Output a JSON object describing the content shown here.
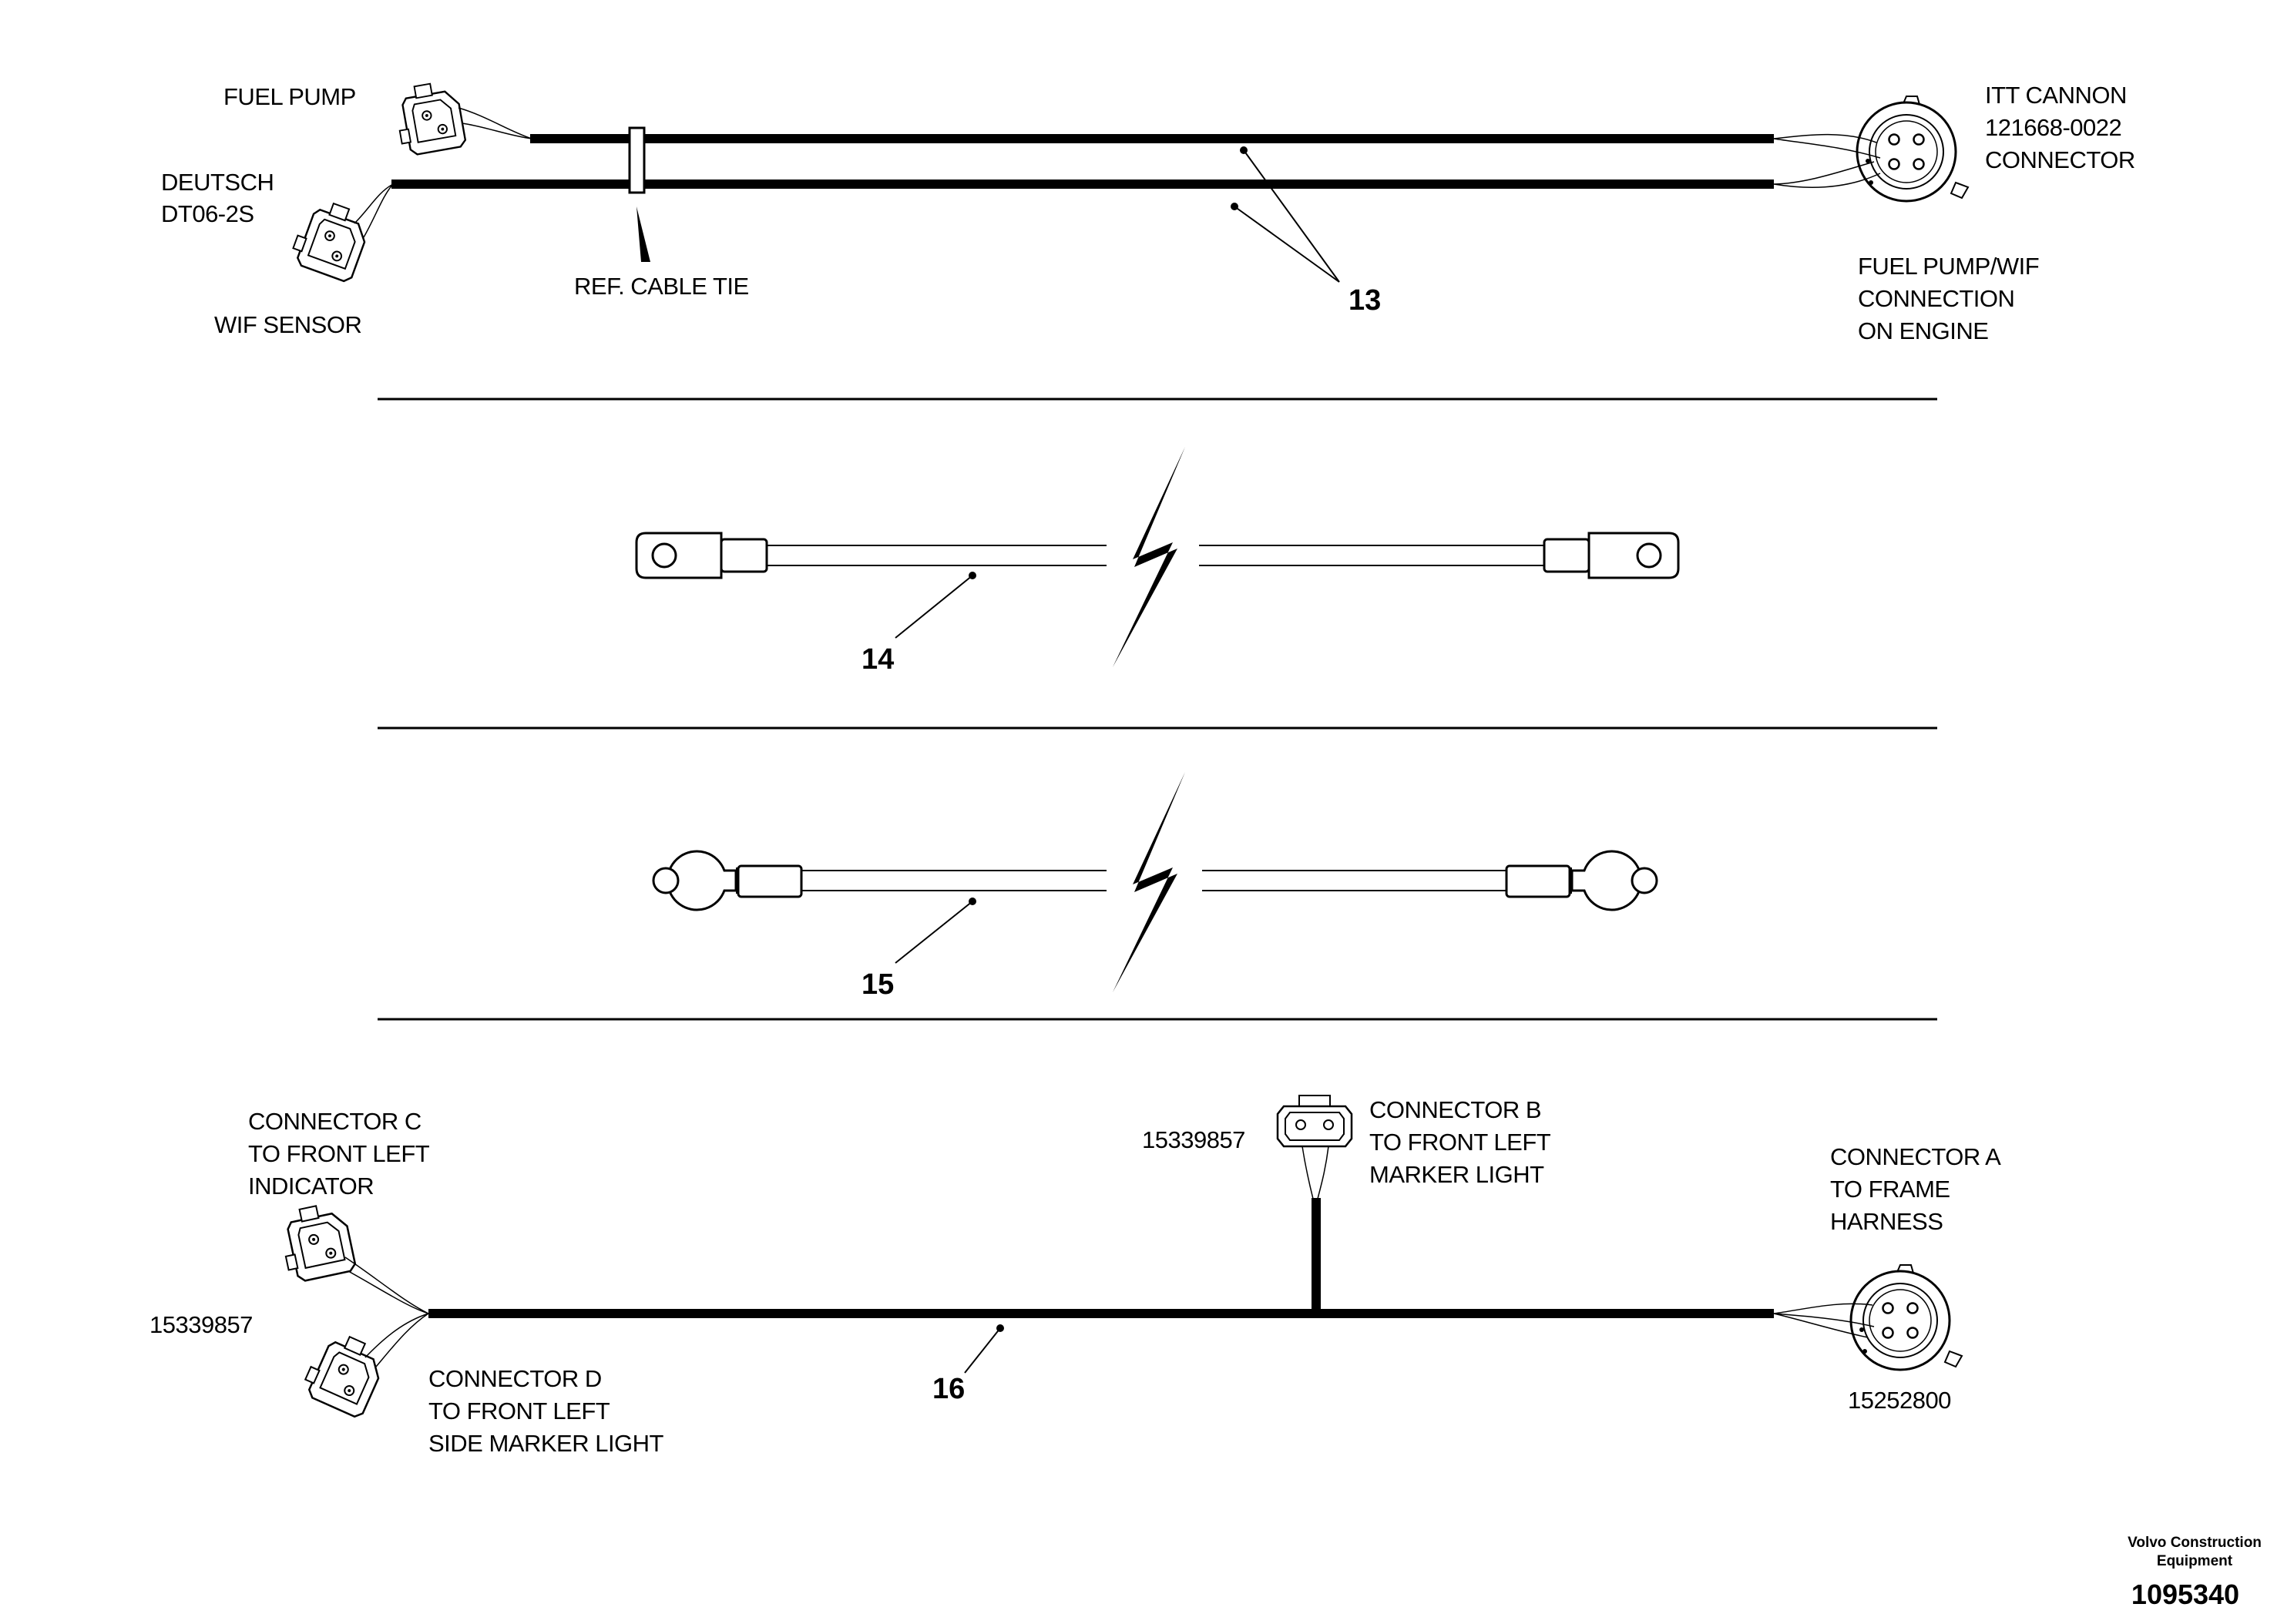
{
  "harness_13": {
    "fuel_pump": "FUEL PUMP",
    "deutsch_1": "DEUTSCH",
    "deutsch_2": "DT06-2S",
    "wif_sensor": "WIF SENSOR",
    "cable_tie": "REF. CABLE TIE",
    "item": "13",
    "itt_1": "ITT CANNON",
    "itt_2": "121668-0022",
    "itt_3": "CONNECTOR",
    "conn_1": "FUEL PUMP/WIF",
    "conn_2": "CONNECTION",
    "conn_3": "ON ENGINE"
  },
  "cable_14": {
    "item": "14"
  },
  "cable_15": {
    "item": "15"
  },
  "harness_16": {
    "conn_c_1": "CONNECTOR C",
    "conn_c_2": "TO FRONT LEFT",
    "conn_c_3": "INDICATOR",
    "part_left": "15339857",
    "conn_d_1": "CONNECTOR D",
    "conn_d_2": "TO FRONT LEFT",
    "conn_d_3": "SIDE MARKER LIGHT",
    "part_b": "15339857",
    "conn_b_1": "CONNECTOR B",
    "conn_b_2": "TO FRONT LEFT",
    "conn_b_3": "MARKER LIGHT",
    "conn_a_1": "CONNECTOR A",
    "conn_a_2": "TO FRAME",
    "conn_a_3": "HARNESS",
    "part_a": "15252800",
    "item": "16"
  },
  "footer": {
    "brand_1": "Volvo Construction",
    "brand_2": "Equipment",
    "doc_number": "1095340"
  }
}
